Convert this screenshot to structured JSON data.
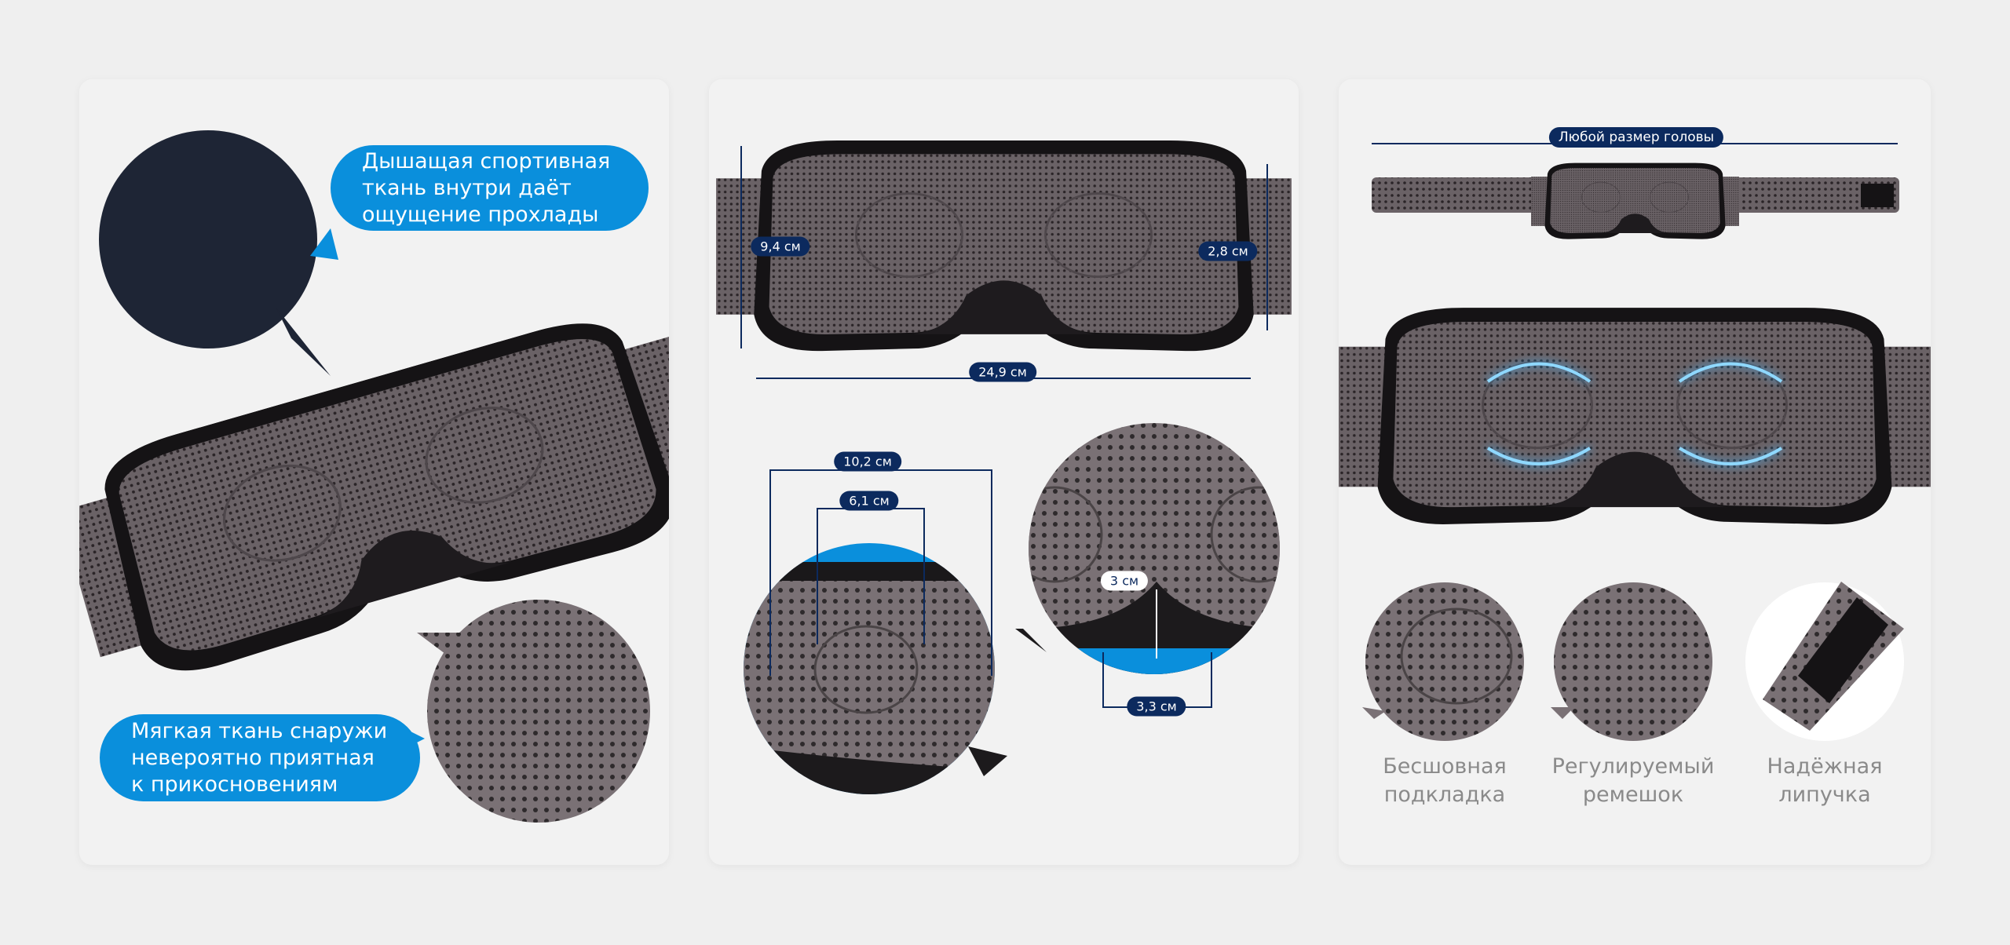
{
  "panel_fabric": {
    "inner_fabric_text": [
      "Дышащая спортивная",
      "ткань внутри даёт",
      "ощущение прохлады"
    ],
    "outer_fabric_text": [
      "Мягкая ткань снаружи",
      "невероятно приятная",
      "к прикосновениям"
    ]
  },
  "panel_dimensions": {
    "height_label": "9,4 см",
    "depth_label": "2,8 см",
    "width_label": "24,9 см",
    "eye_cup_outer_label": "10,2 см",
    "eye_cup_inner_label": "6,1 см",
    "nose_height_label": "3 см",
    "nose_width_label": "3,3 см"
  },
  "panel_features": {
    "head_size_label": "Любой размер головы",
    "features": [
      {
        "line1": "Бесшовная",
        "line2": "подкладка"
      },
      {
        "line1": "Регулируемый",
        "line2": "ремешок"
      },
      {
        "line1": "Надёжная",
        "line2": "липучка"
      }
    ]
  },
  "colors": {
    "accent_blue": "#0a8fdc",
    "navy": "#0c2a5e",
    "background": "#efefef"
  }
}
